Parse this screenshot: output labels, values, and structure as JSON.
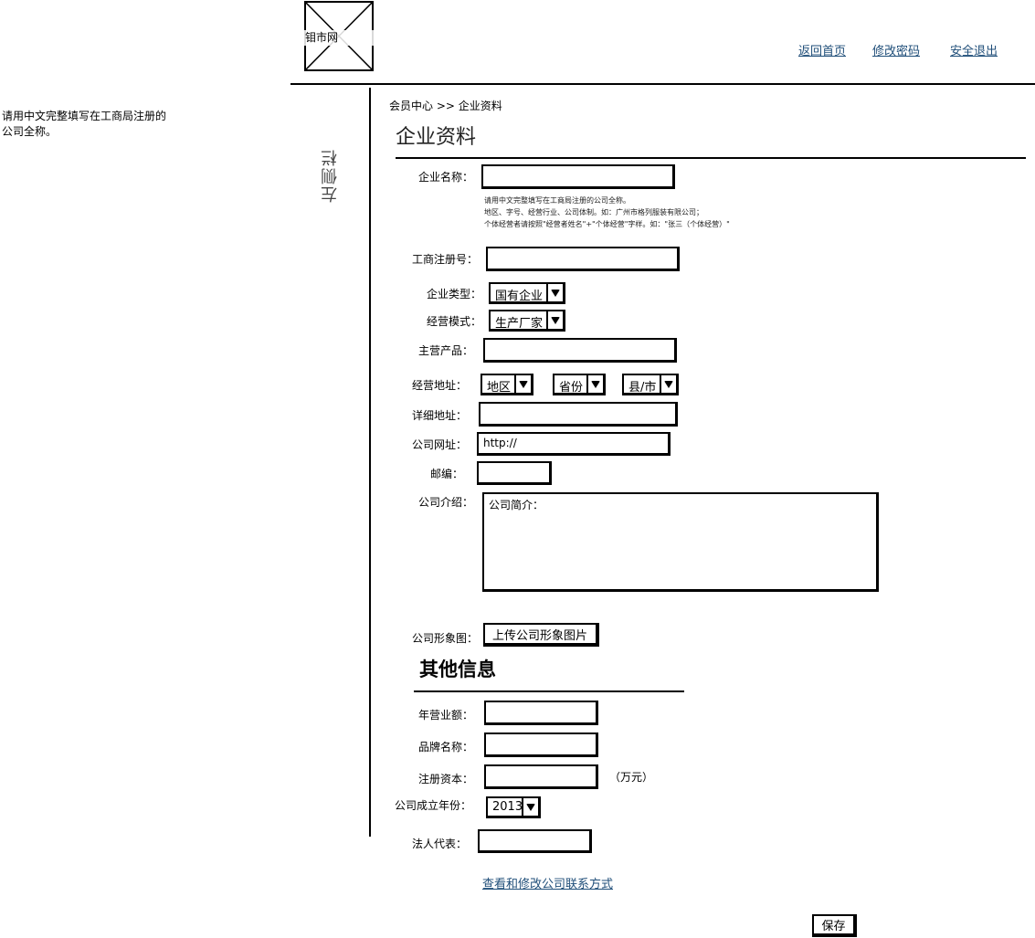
{
  "logo": {
    "text": "钼市网"
  },
  "header": {
    "nav": [
      {
        "label": "返回首页"
      },
      {
        "label": "修改密码"
      },
      {
        "label": "安全退出"
      }
    ]
  },
  "side_note": {
    "line1": "请用中文完整填写在工商局注册的",
    "line2": "公司全称。"
  },
  "sidebar": {
    "label": "左侧栏"
  },
  "breadcrumb": "会员中心 >> 企业资料",
  "page_title": "企业资料",
  "form": {
    "company_name_label": "企业名称：",
    "hint_line1": "请用中文完整填写在工商局注册的公司全称。",
    "hint_line2": "地区、字号、经营行业、公司体制。如：广州市格列服装有限公司；",
    "hint_line3": "个体经营者请按照\"经营者姓名\"+\"个体经营\"字样。如：\"张三（个体经营）\"",
    "reg_no_label": "工商注册号：",
    "company_type_label": "企业类型：",
    "company_type_value": "国有企业",
    "business_mode_label": "经营模式：",
    "business_mode_value": "生产厂家",
    "main_products_label": "主营产品：",
    "address_label": "经营地址：",
    "region_value": "地区",
    "province_value": "省份",
    "county_value": "县/市",
    "detail_address_label": "详细地址：",
    "website_label": "公司网址：",
    "website_value": "http://",
    "postcode_label": "邮编：",
    "intro_label": "公司介绍：",
    "intro_value": "公司简介：",
    "image_label": "公司形象图：",
    "upload_button": "上传公司形象图片"
  },
  "other": {
    "title": "其他信息",
    "revenue_label": "年营业额：",
    "brand_label": "品牌名称：",
    "capital_label": "注册资本：",
    "capital_unit": "（万元）",
    "founded_label": "公司成立年份：",
    "founded_value": "2013",
    "legal_rep_label": "法人代表："
  },
  "contact_link": "查看和修改公司联系方式",
  "save_button": "保存"
}
